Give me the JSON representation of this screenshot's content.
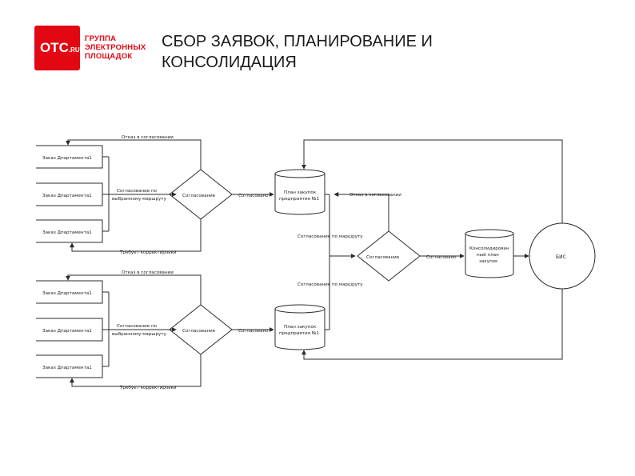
{
  "header": {
    "logo": {
      "mark": "OTC",
      "mark_suffix": ".RU",
      "tagline": [
        "ГРУППА",
        "ЭЛЕКТРОННЫХ",
        "ПЛОЩАДОК"
      ]
    },
    "title_lines": [
      "СБОР ЗАЯВОК, ПЛАНИРОВАНИЕ И",
      "КОНСОЛИДАЦИЯ"
    ]
  },
  "colors": {
    "brand_red": "#e30613",
    "line": "#2b2b2b"
  },
  "diagram": {
    "top_group": {
      "requests": [
        "Заказ Дпартамента1",
        "Заказ Дпартамента1",
        "Заказ Дпартамента1"
      ],
      "approval_label": "Согласование",
      "approved_edge": "Согласовано",
      "plan_label": [
        "План закупок",
        "предприятия №1"
      ],
      "route_label": [
        "Согласование по",
        "выбранному маршруту"
      ],
      "refusal_label": "Отказ в согласовании",
      "correction_label": "Требует корректировки"
    },
    "bottom_group": {
      "requests": [
        "Заказ Дпартамента1",
        "Заказ Дпартамента1",
        "Заказ Дпартамента1"
      ],
      "approval_label": "Согласование",
      "approved_edge": "Согласовано",
      "plan_label": [
        "План закупок",
        "предприятия №1"
      ],
      "route_label": [
        "Согласование по",
        "выбранному маршруту"
      ],
      "refusal_label": "Отказ в согласовании",
      "correction_label": "Требует корректировки"
    },
    "consolidation": {
      "approval_label": "Согласование",
      "refusal_label": "Отказ в согласовании",
      "route_top": "Согласование по маршруту",
      "route_bottom": "Согласование по маршруту",
      "approved_edge": "Согласовано",
      "plan_label": [
        "Консолидирован",
        "ный план",
        "закупок"
      ],
      "target_label": "БИС"
    }
  }
}
